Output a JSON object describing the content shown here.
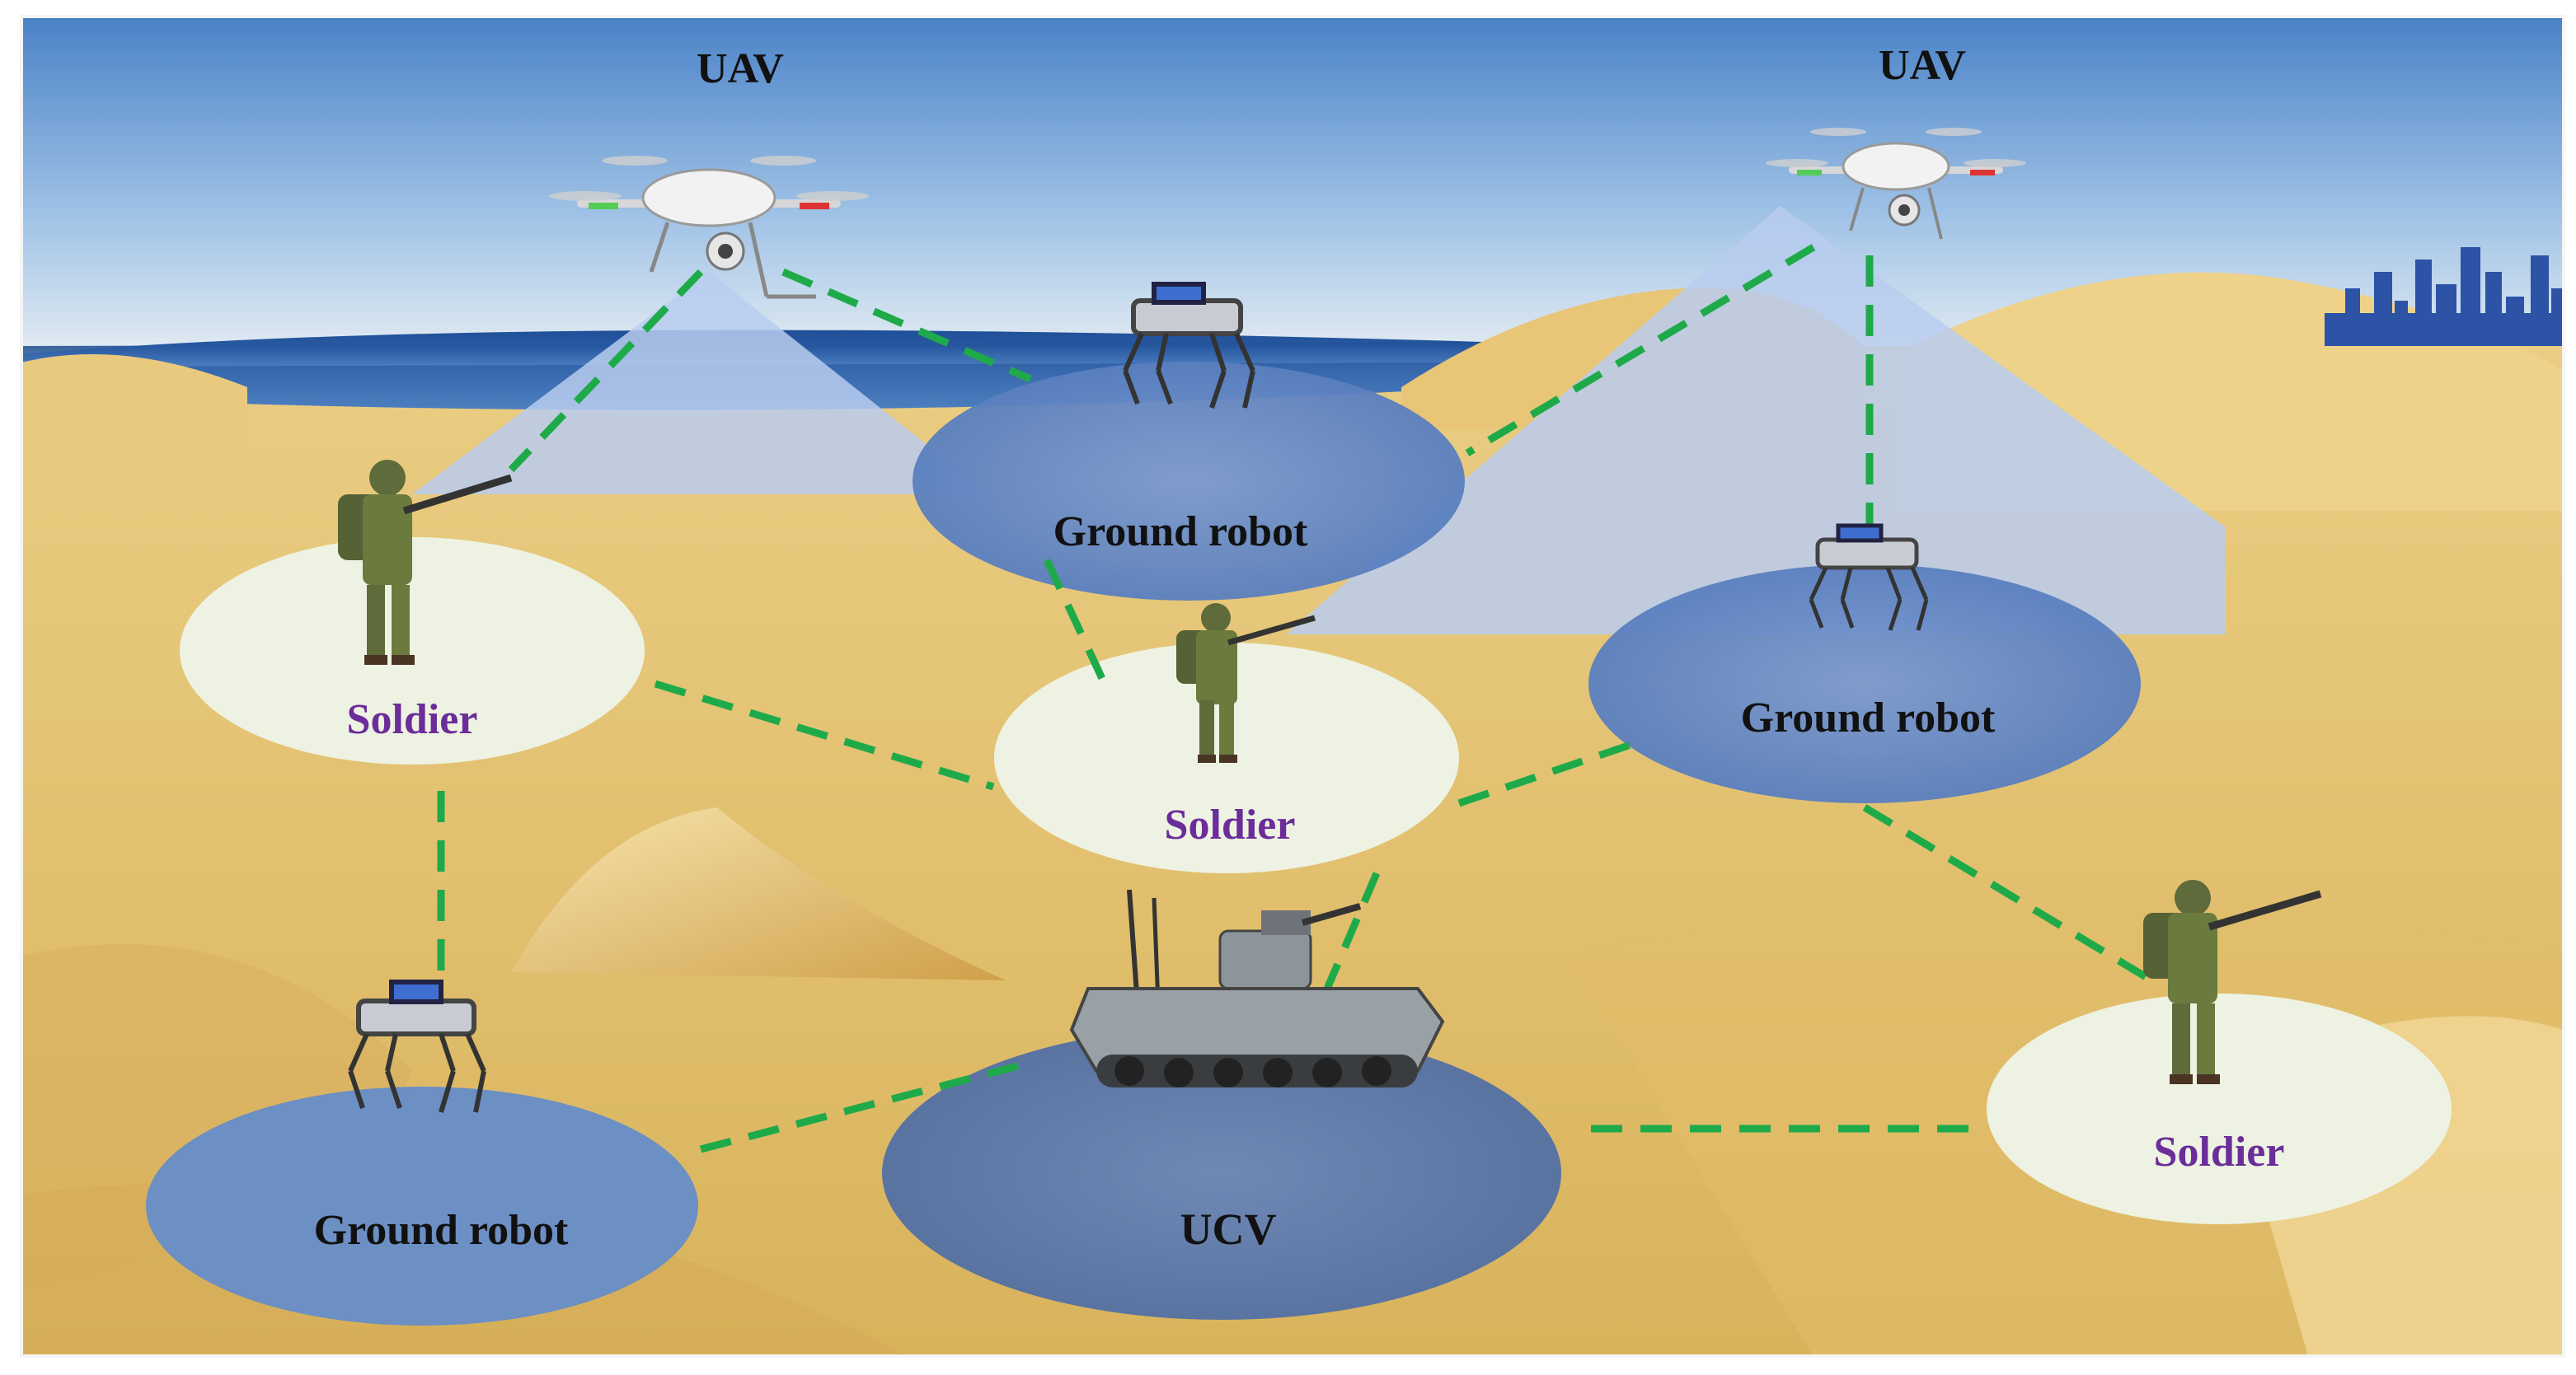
{
  "nodes": {
    "uav_left": "UAV",
    "uav_right": "UAV",
    "ground_robot_top": "Ground robot",
    "ground_robot_right": "Ground robot",
    "ground_robot_bottom": "Ground robot",
    "soldier_left": "Soldier",
    "soldier_center": "Soldier",
    "soldier_right": "Soldier",
    "ucv": "UCV"
  },
  "colors": {
    "link": "#1faa4a",
    "soldier_text": "#6b2d9a",
    "label_text": "#111111",
    "soldier_zone": "#eef2e2",
    "robot_zone": "#5b7fc0",
    "sky_top": "#4f86c9",
    "sea": "#2d5fa8",
    "sand": "#e7c778"
  },
  "icons": [
    "drone-icon",
    "quadruped-robot-icon",
    "soldier-icon",
    "combat-vehicle-icon",
    "city-skyline-icon"
  ]
}
